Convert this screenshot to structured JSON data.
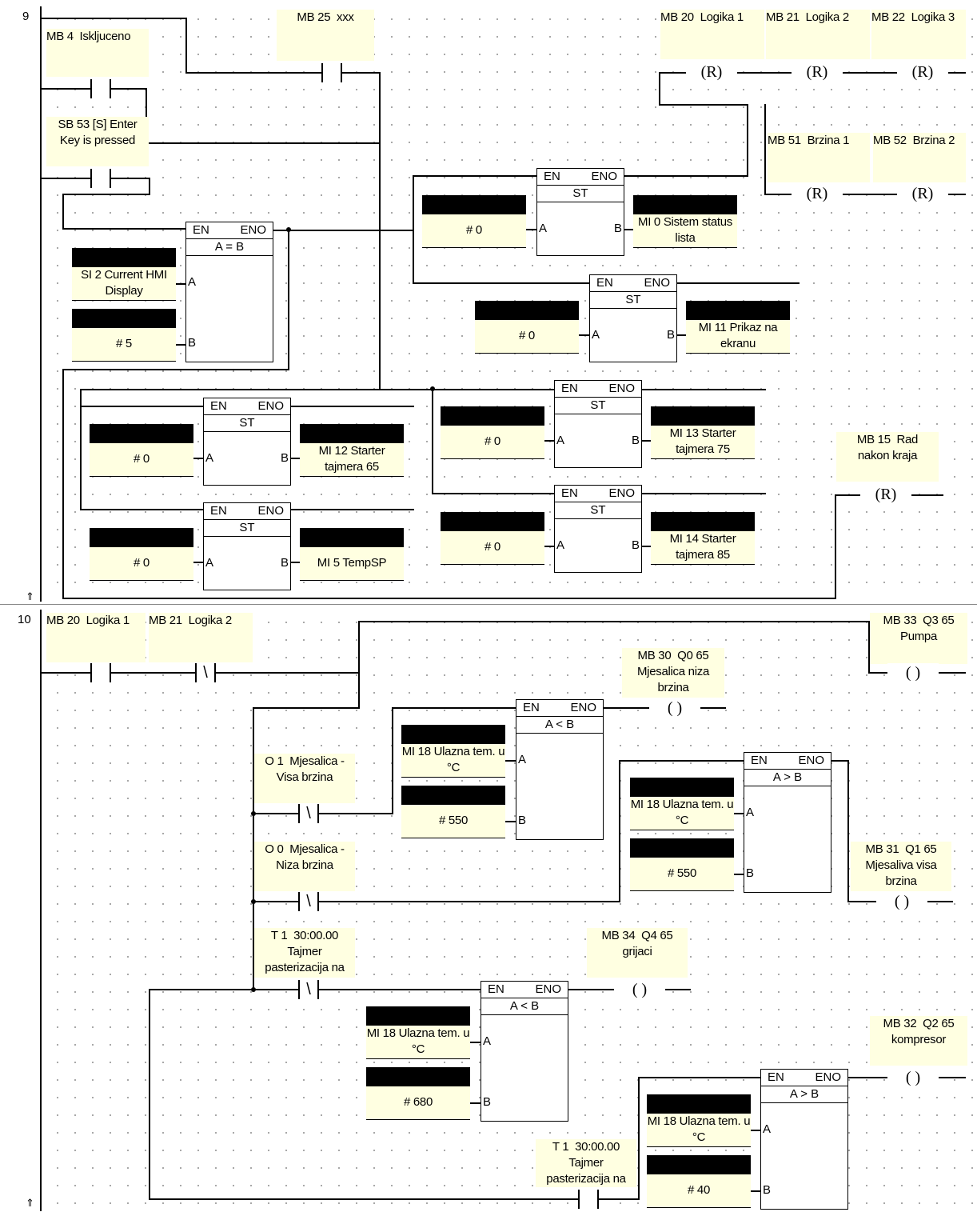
{
  "rung9": {
    "number": "9",
    "contacts": {
      "mb4": "MB 4  Iskljuceno",
      "mb25": "MB 25  xxx",
      "sb53": "SB 53 [S] Enter\nKey is pressed"
    },
    "coils": {
      "mb20": "MB 20  Logika 1",
      "mb21": "MB 21  Logika 2",
      "mb22": "MB 22  Logika 3",
      "mb51": "MB 51  Brzina 1",
      "mb52": "MB 52  Brzina 2",
      "mb15": "MB 15  Rad\nnakon kraja",
      "reset_symbol": "(R)"
    },
    "compare": {
      "op": "A = B",
      "a": "SI 2 Current HMI\nDisplay",
      "b": "# 5"
    },
    "stores": [
      {
        "src": "# 0",
        "dst": "MI 0 Sistem\nstatus lista"
      },
      {
        "src": "# 0",
        "dst": "MI 11 Prikaz na\nekranu"
      },
      {
        "src": "# 0",
        "dst": "MI 12  Starter\ntajmera 65"
      },
      {
        "src": "# 0",
        "dst": "MI 13  Starter\ntajmera 75"
      },
      {
        "src": "# 0",
        "dst": "MI 5 TempSP"
      },
      {
        "src": "# 0",
        "dst": "MI 14  Starter\ntajmera 85"
      }
    ]
  },
  "rung10": {
    "number": "10",
    "contacts": {
      "mb20": "MB 20  Logika 1",
      "mb21": "MB 21  Logika 2",
      "o1": "O 1  Mjesalica -\nVisa brzina",
      "o0": "O 0  Mjesalica -\nNiza brzina",
      "t1a": "T 1  30:00.00\nTajmer\npasterizacija na",
      "t1b": "T 1  30:00.00\nTajmer\npasterizacija na"
    },
    "coils": {
      "mb33": "MB 33  Q3 65\nPumpa",
      "mb30": "MB 30  Q0 65\nMjesalica niza\nbrzina",
      "mb31": "MB 31  Q1 65\nMjesaliva visa\nbrzina",
      "mb34": "MB 34  Q4 65\ngrijaci",
      "mb32": "MB 32  Q2 65\nkompresor",
      "out_symbol": "( )"
    },
    "compares": [
      {
        "op": "A < B",
        "a": "MI 18 Ulazna\ntem. u °C",
        "b": "# 550"
      },
      {
        "op": "A > B",
        "a": "MI 18 Ulazna\ntem. u °C",
        "b": "# 550"
      },
      {
        "op": "A < B",
        "a": "MI 18 Ulazna\ntem. u °C",
        "b": "# 680"
      },
      {
        "op": "A > B",
        "a": "MI 18 Ulazna\ntem. u °C",
        "b": "# 40"
      }
    ]
  },
  "fb": {
    "en": "EN",
    "eno": "ENO",
    "store": "ST",
    "pin_a": "A",
    "pin_b": "B"
  },
  "nc_slash": "\\"
}
